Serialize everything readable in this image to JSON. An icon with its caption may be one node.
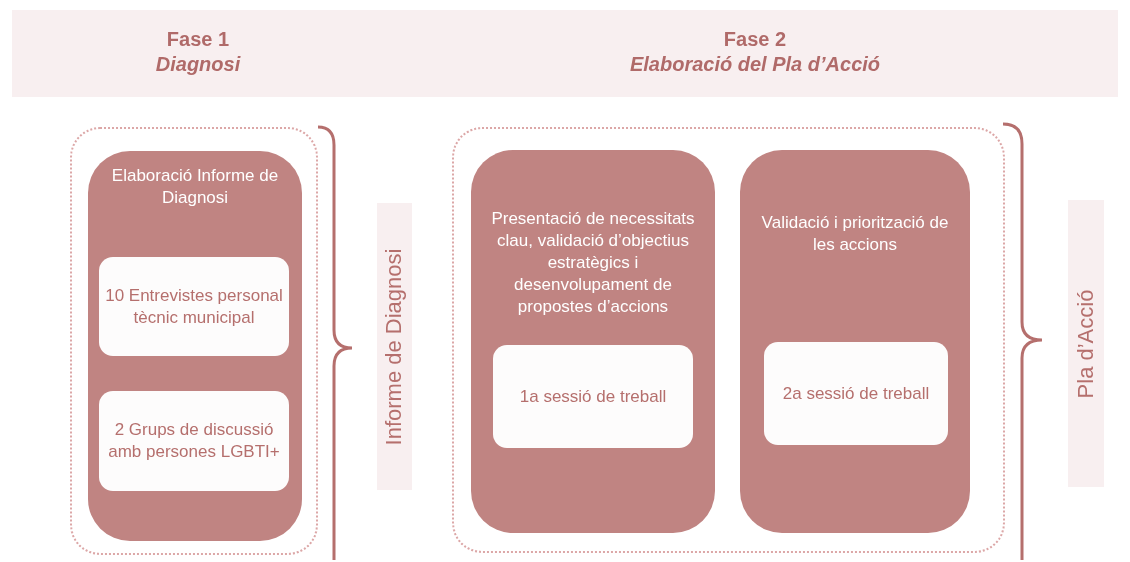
{
  "diagram": {
    "nodes": [
      {
        "text": [
          "Fase 1",
          "Diagnosi",
          "Fase 2",
          "Elaboració del Pla d’Acció"
        ]
      },
      {
        "text": [],
        "shape": "box"
      },
      {
        "text": [
          "Elaboració Informe de Diagnosi"
        ],
        "in": 1
      },
      {
        "text": [
          "10 Entrevistes personal tècnic municipal"
        ],
        "in": 2
      },
      {
        "text": [
          "2 Grups de discussió amb persones LGBTI+"
        ],
        "in": 2
      },
      {
        "text": [
          "Informe de Diagnosi"
        ]
      },
      {
        "text": [],
        "shape": "box"
      },
      {
        "text": [
          "Presentació de necessitats clau, validació d’objectius estratègics i desenvolupament de propostes d’accions"
        ],
        "in": 6
      },
      {
        "text": [
          "1a sessió de treball"
        ],
        "in": 7
      },
      {
        "text": [
          "Validació i priorització de les accions"
        ],
        "in": 6
      },
      {
        "text": [
          "2a sessió de treball"
        ],
        "in": 9
      },
      {
        "text": [
          "Pla d’Acció"
        ]
      }
    ],
    "edges": []
  }
}
